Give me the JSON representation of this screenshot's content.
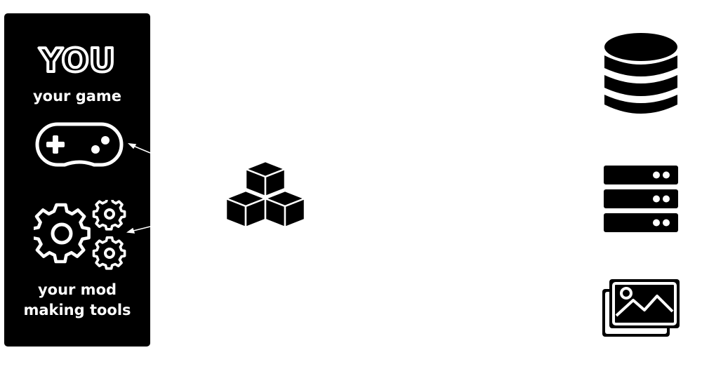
{
  "panel": {
    "logo_text": "YOU",
    "game_label": "your game",
    "tools_label_line1": "your mod",
    "tools_label_line2": "making tools"
  },
  "icons": {
    "gamepad": "gamepad-icon",
    "gears": "gears-icon",
    "cubes": "cubes-icon",
    "database": "database-icon",
    "server": "server-icon",
    "images": "images-icon"
  },
  "colors": {
    "ink": "#000000",
    "paper": "#ffffff"
  }
}
